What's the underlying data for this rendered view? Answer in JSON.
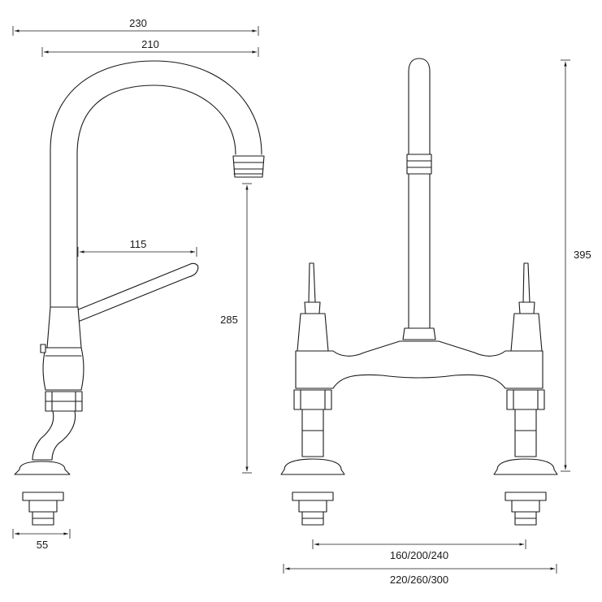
{
  "colors": {
    "stroke": "#1a1a1a",
    "background": "#ffffff"
  },
  "dimensions": {
    "overall_reach": "230",
    "spout_reach": "210",
    "lever_length": "115",
    "spout_height": "285",
    "base_width": "55",
    "overall_height": "395",
    "tap_centres": "160/200/240",
    "overall_width": "220/260/300"
  }
}
